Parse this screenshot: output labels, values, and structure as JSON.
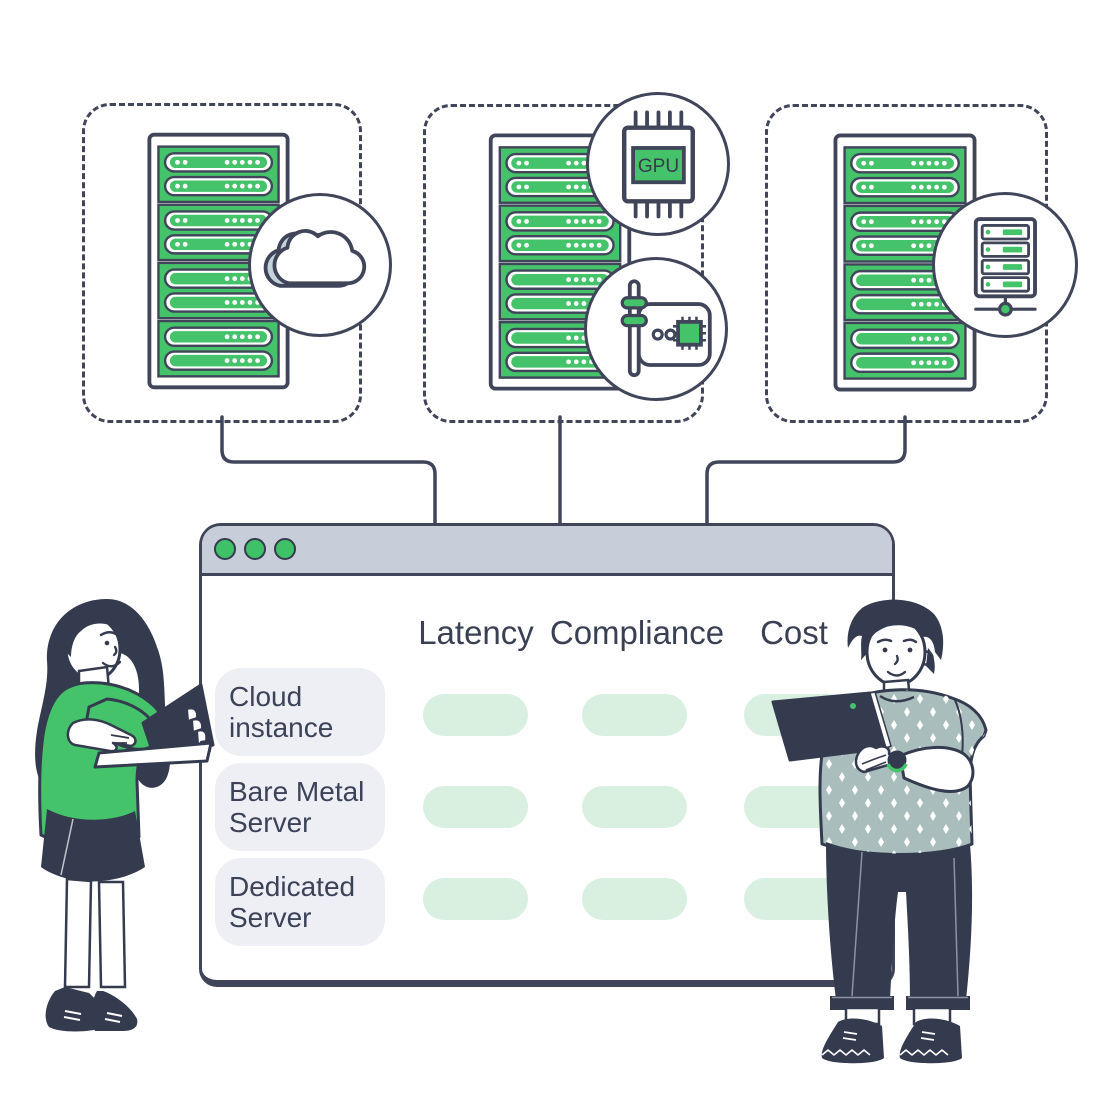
{
  "illustration": {
    "description": "Three dashed server-rack groups linked to a comparison window",
    "gpu_badge_label": "GPU",
    "badge_icons": [
      "cloud-icon",
      "gpu-chip-icon",
      "network-card-icon",
      "rack-server-icon"
    ]
  },
  "window": {
    "titlebar_buttons": 3,
    "table": {
      "columns": [
        "Latency",
        "Compliance",
        "Cost"
      ],
      "rows": [
        "Cloud instance",
        "Bare Metal Server",
        "Dedicated Server"
      ]
    }
  },
  "colors": {
    "ink": "#40455a",
    "brand_green": "#45c36a",
    "pill_green": "#d9f0e1",
    "row_label_grey": "#edeff4",
    "titlebar_grey": "#c8cdda",
    "shirt_sage": "#a9bebc",
    "cloud_shadow": "#c5d4da"
  }
}
